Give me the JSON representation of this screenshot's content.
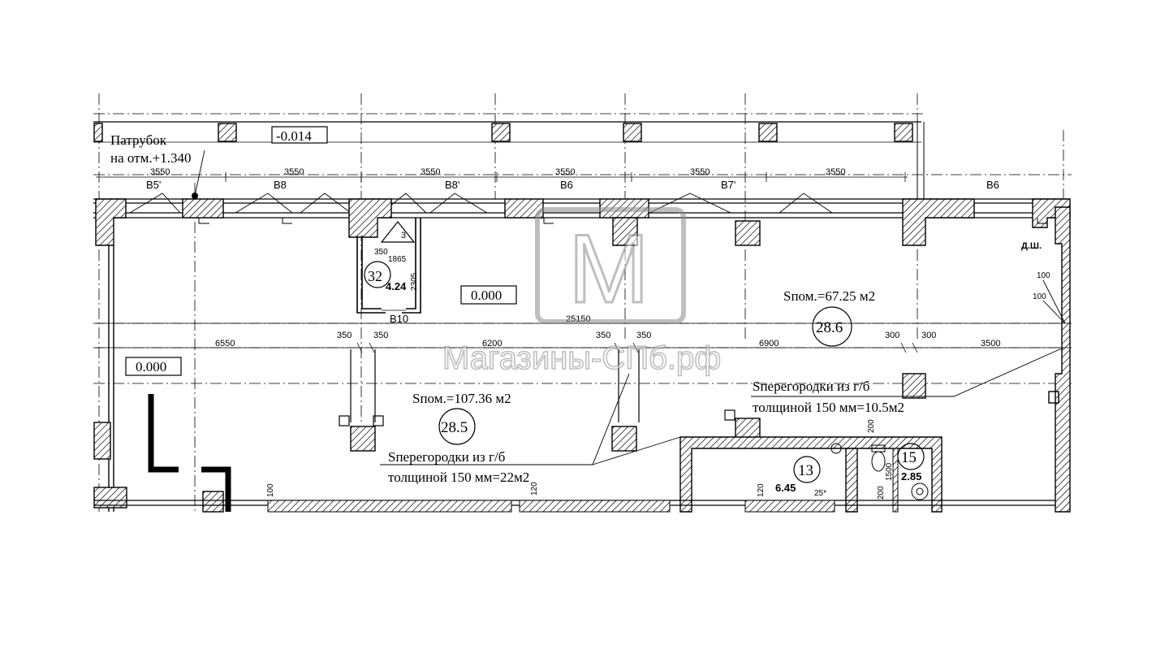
{
  "top_note": {
    "line1": "Патрубок",
    "line2": "на отм.+1.340"
  },
  "level_marks": {
    "top": "-0.014",
    "mid": "0.000",
    "left": "0.000"
  },
  "axis_dims_top": [
    "3550",
    "3550",
    "3550",
    "3550",
    "3550",
    "3550"
  ],
  "window_labels": [
    "B5'",
    "B8",
    "B8'",
    "B6",
    "B7'",
    "B6"
  ],
  "room32": {
    "num": "32",
    "area": "4.24",
    "door": "B10",
    "dim_a": "350",
    "dim_b": "1865",
    "dim_c": "2305",
    "tri": "3"
  },
  "overall_dim": "25150",
  "axis_dims_mid": [
    "6550",
    "350",
    "350",
    "6200",
    "350",
    "350",
    "6900",
    "300",
    "300",
    "3500"
  ],
  "room285": {
    "area_text": "Sпом.=107.36 м2",
    "num": "28.5",
    "part1": "Sперегородки из г/б",
    "part2": "толщиной 150 мм=22м2"
  },
  "room286": {
    "area_text": "Sпом.=67.25 м2",
    "num": "28.6",
    "part1": "Sперегородки из г/б",
    "part2": "толщиной 150 мм=10.5м2"
  },
  "room13": {
    "num": "13",
    "area": "6.45",
    "temp": "25*"
  },
  "room15": {
    "num": "15",
    "area": "2.85"
  },
  "shaft": {
    "label": "Д.Ш.",
    "d1": "100",
    "d2": "100"
  },
  "small_dims": {
    "d200a": "200",
    "d1500": "1500",
    "d200b": "200",
    "d120a": "120",
    "d120b": "120",
    "d100": "100"
  },
  "watermark": {
    "text": "Магазины-СПб.рф",
    "logo": "M"
  },
  "colors": {
    "line": "#000000",
    "watermark": "#8a8a8a"
  }
}
